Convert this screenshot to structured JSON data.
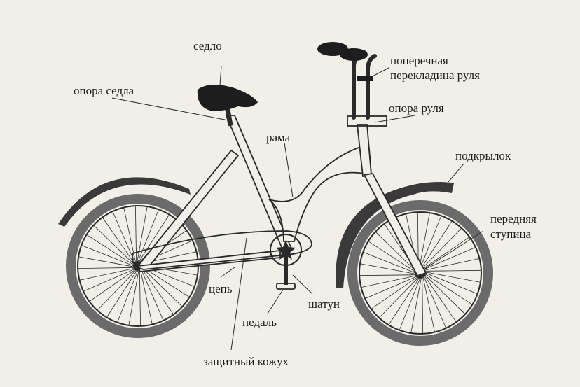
{
  "labels": {
    "saddle": "седло",
    "seat_post": "опора седла",
    "crossbar_line1": "поперечная",
    "crossbar_line2": "перекладина руля",
    "handlebar_stem": "опора руля",
    "frame": "рама",
    "mudguard": "подкрылок",
    "front_hub_line1": "передняя",
    "front_hub_line2": "ступица",
    "chain": "цепь",
    "crank": "шатун",
    "pedal": "педаль",
    "chain_guard": "защитный кожух"
  },
  "colors": {
    "background": "#f2efe9",
    "line": "#2a2a2a",
    "tire": "#6b6b6b",
    "fender": "#3a3a3a"
  }
}
